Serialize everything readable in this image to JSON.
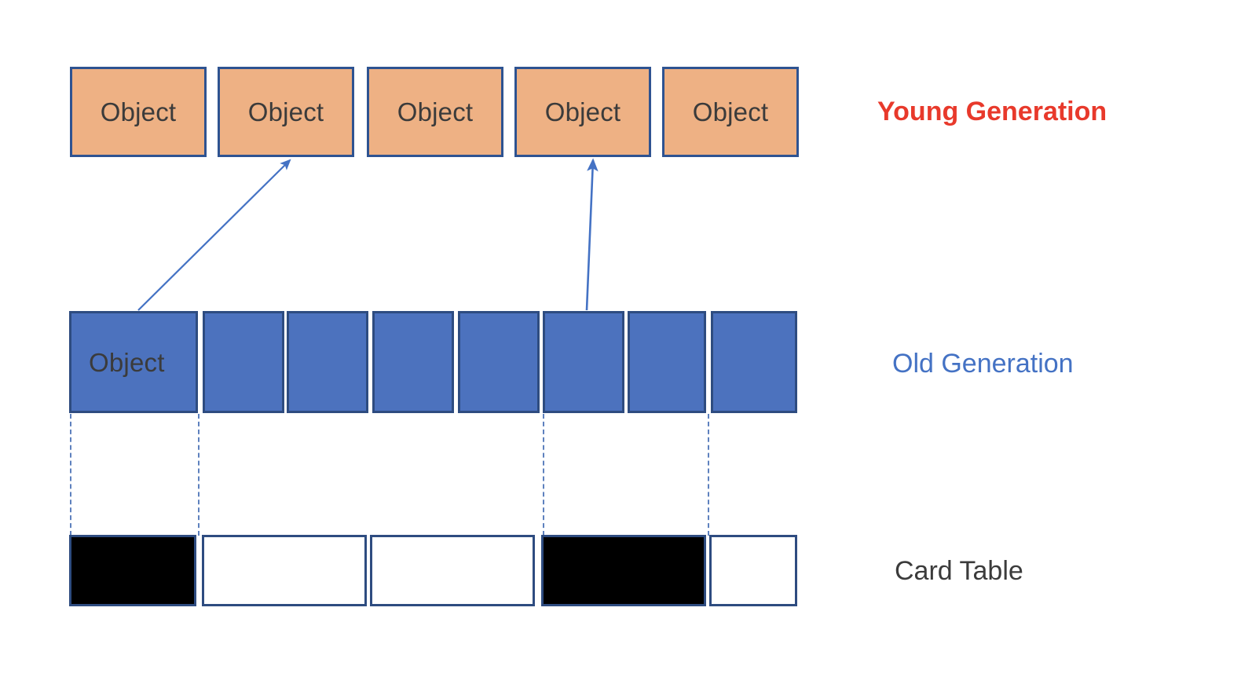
{
  "diagram": {
    "title": "JVM Card Table / Generational Heap Diagram",
    "colors": {
      "young_fill": "#EEB184",
      "young_border": "#2E5391",
      "old_fill": "#4C72BE",
      "old_border": "#2E4C80",
      "card_border": "#2E4C80",
      "card_filled": "#000000",
      "arrow": "#4472C4",
      "dashed": "#5E81BE",
      "young_label_color": "#E8392B",
      "old_label_color": "#4472C4",
      "card_label_color": "#3B3B3B"
    },
    "young_generation": {
      "label": "Young Generation",
      "cells": [
        {
          "label": "Object"
        },
        {
          "label": "Object"
        },
        {
          "label": "Object"
        },
        {
          "label": "Object"
        },
        {
          "label": "Object"
        }
      ]
    },
    "old_generation": {
      "label": "Old Generation",
      "cells": [
        {
          "label": "Object"
        },
        {
          "label": ""
        },
        {
          "label": ""
        },
        {
          "label": ""
        },
        {
          "label": ""
        },
        {
          "label": ""
        },
        {
          "label": ""
        },
        {
          "label": ""
        }
      ]
    },
    "card_table": {
      "label": "Card Table",
      "cells": [
        {
          "state": "dirty"
        },
        {
          "state": "clean"
        },
        {
          "state": "clean"
        },
        {
          "state": "dirty"
        },
        {
          "state": "clean"
        }
      ]
    },
    "references": [
      {
        "name": "reference-arrow-1",
        "from": "old-generation-cell-0",
        "to": "young-generation-cell-1"
      },
      {
        "name": "reference-arrow-2",
        "from": "old-generation-cell-5",
        "to": "young-generation-cell-3"
      }
    ]
  }
}
